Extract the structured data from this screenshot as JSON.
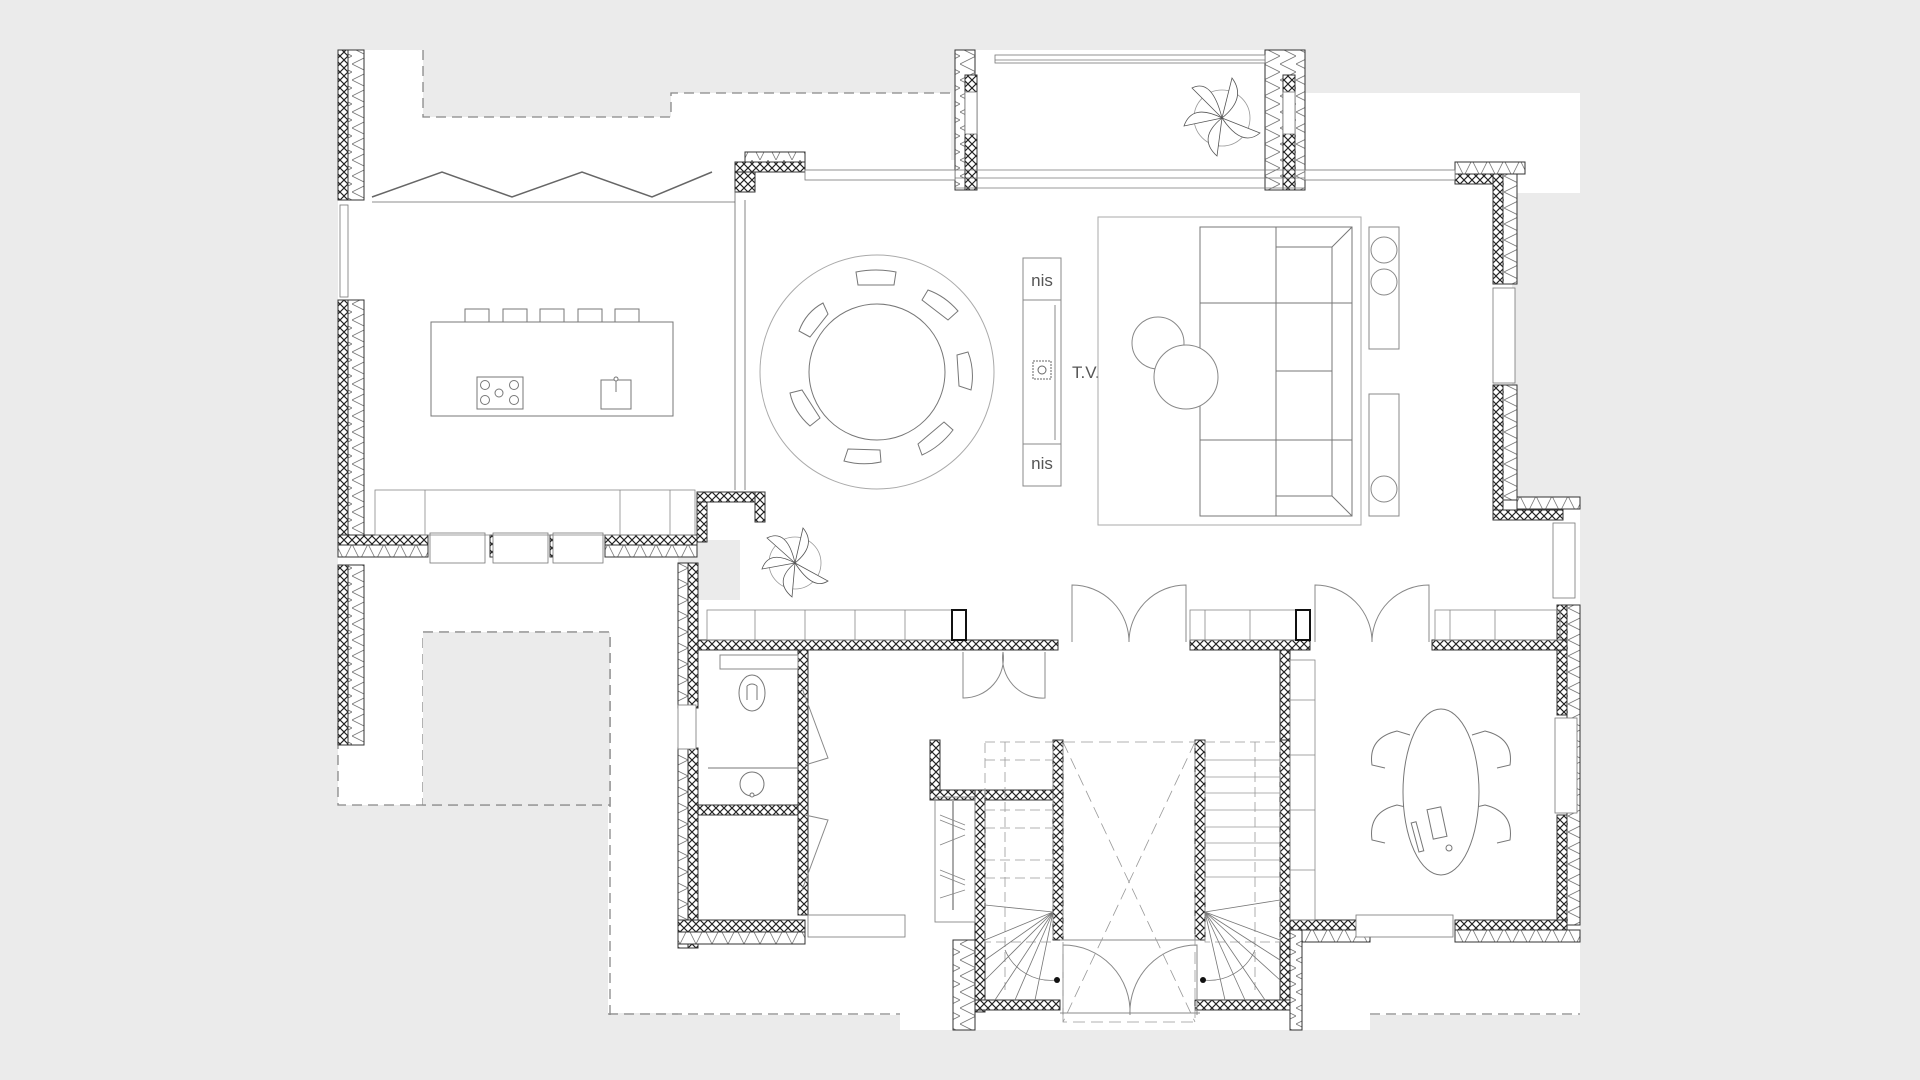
{
  "drawing": {
    "type": "architectural floor plan",
    "background_color": "#ebebeb",
    "floor_color": "#ffffff",
    "line_color": "#888888",
    "wall_color": "#333333"
  },
  "labels": {
    "niche_top": "nis",
    "niche_bottom": "nis",
    "tv": "T.V."
  },
  "rooms": [
    {
      "id": "kitchen",
      "furniture": [
        "kitchen-island",
        "bar-stools",
        "cooktop",
        "sink"
      ],
      "stool_count": 5
    },
    {
      "id": "dining",
      "furniture": [
        "round-table",
        "chairs",
        "round-rug"
      ],
      "chair_count": 7
    },
    {
      "id": "living",
      "furniture": [
        "tv-cabinet",
        "u-sofa",
        "side-tables",
        "coffee-tables",
        "rug"
      ]
    },
    {
      "id": "toilet",
      "furniture": [
        "toilet",
        "washbasin"
      ]
    },
    {
      "id": "hall",
      "furniture": [
        "staircase-left",
        "staircase-right",
        "entrance-doors"
      ]
    },
    {
      "id": "office",
      "furniture": [
        "oval-table",
        "chairs",
        "laptop"
      ],
      "chair_count": 4
    },
    {
      "id": "garden-bay",
      "furniture": [
        "plant"
      ]
    }
  ]
}
